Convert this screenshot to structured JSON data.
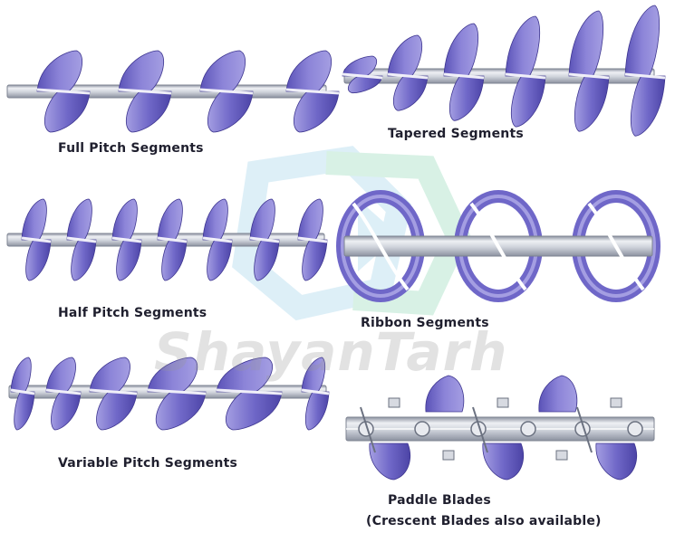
{
  "brand": {
    "watermark_text": "ShayanTarh"
  },
  "colors": {
    "flight_light": "#8c84d8",
    "flight_dark": "#5b53b8",
    "shaft_light": "#eef0f4",
    "shaft_mid": "#bcc1cc",
    "shaft_dark": "#8c92a0",
    "watermark_green": "#2bb673",
    "watermark_blue": "#4aa8d8"
  },
  "panels": [
    {
      "id": "full-pitch",
      "caption": "Full Pitch Segments"
    },
    {
      "id": "tapered",
      "caption": "Tapered Segments"
    },
    {
      "id": "half-pitch",
      "caption": "Half Pitch Segments"
    },
    {
      "id": "ribbon",
      "caption": "Ribbon Segments"
    },
    {
      "id": "variable-pitch",
      "caption": "Variable Pitch Segments"
    },
    {
      "id": "paddle",
      "caption": "Paddle Blades",
      "sub_caption": "(Crescent Blades also available)"
    }
  ]
}
